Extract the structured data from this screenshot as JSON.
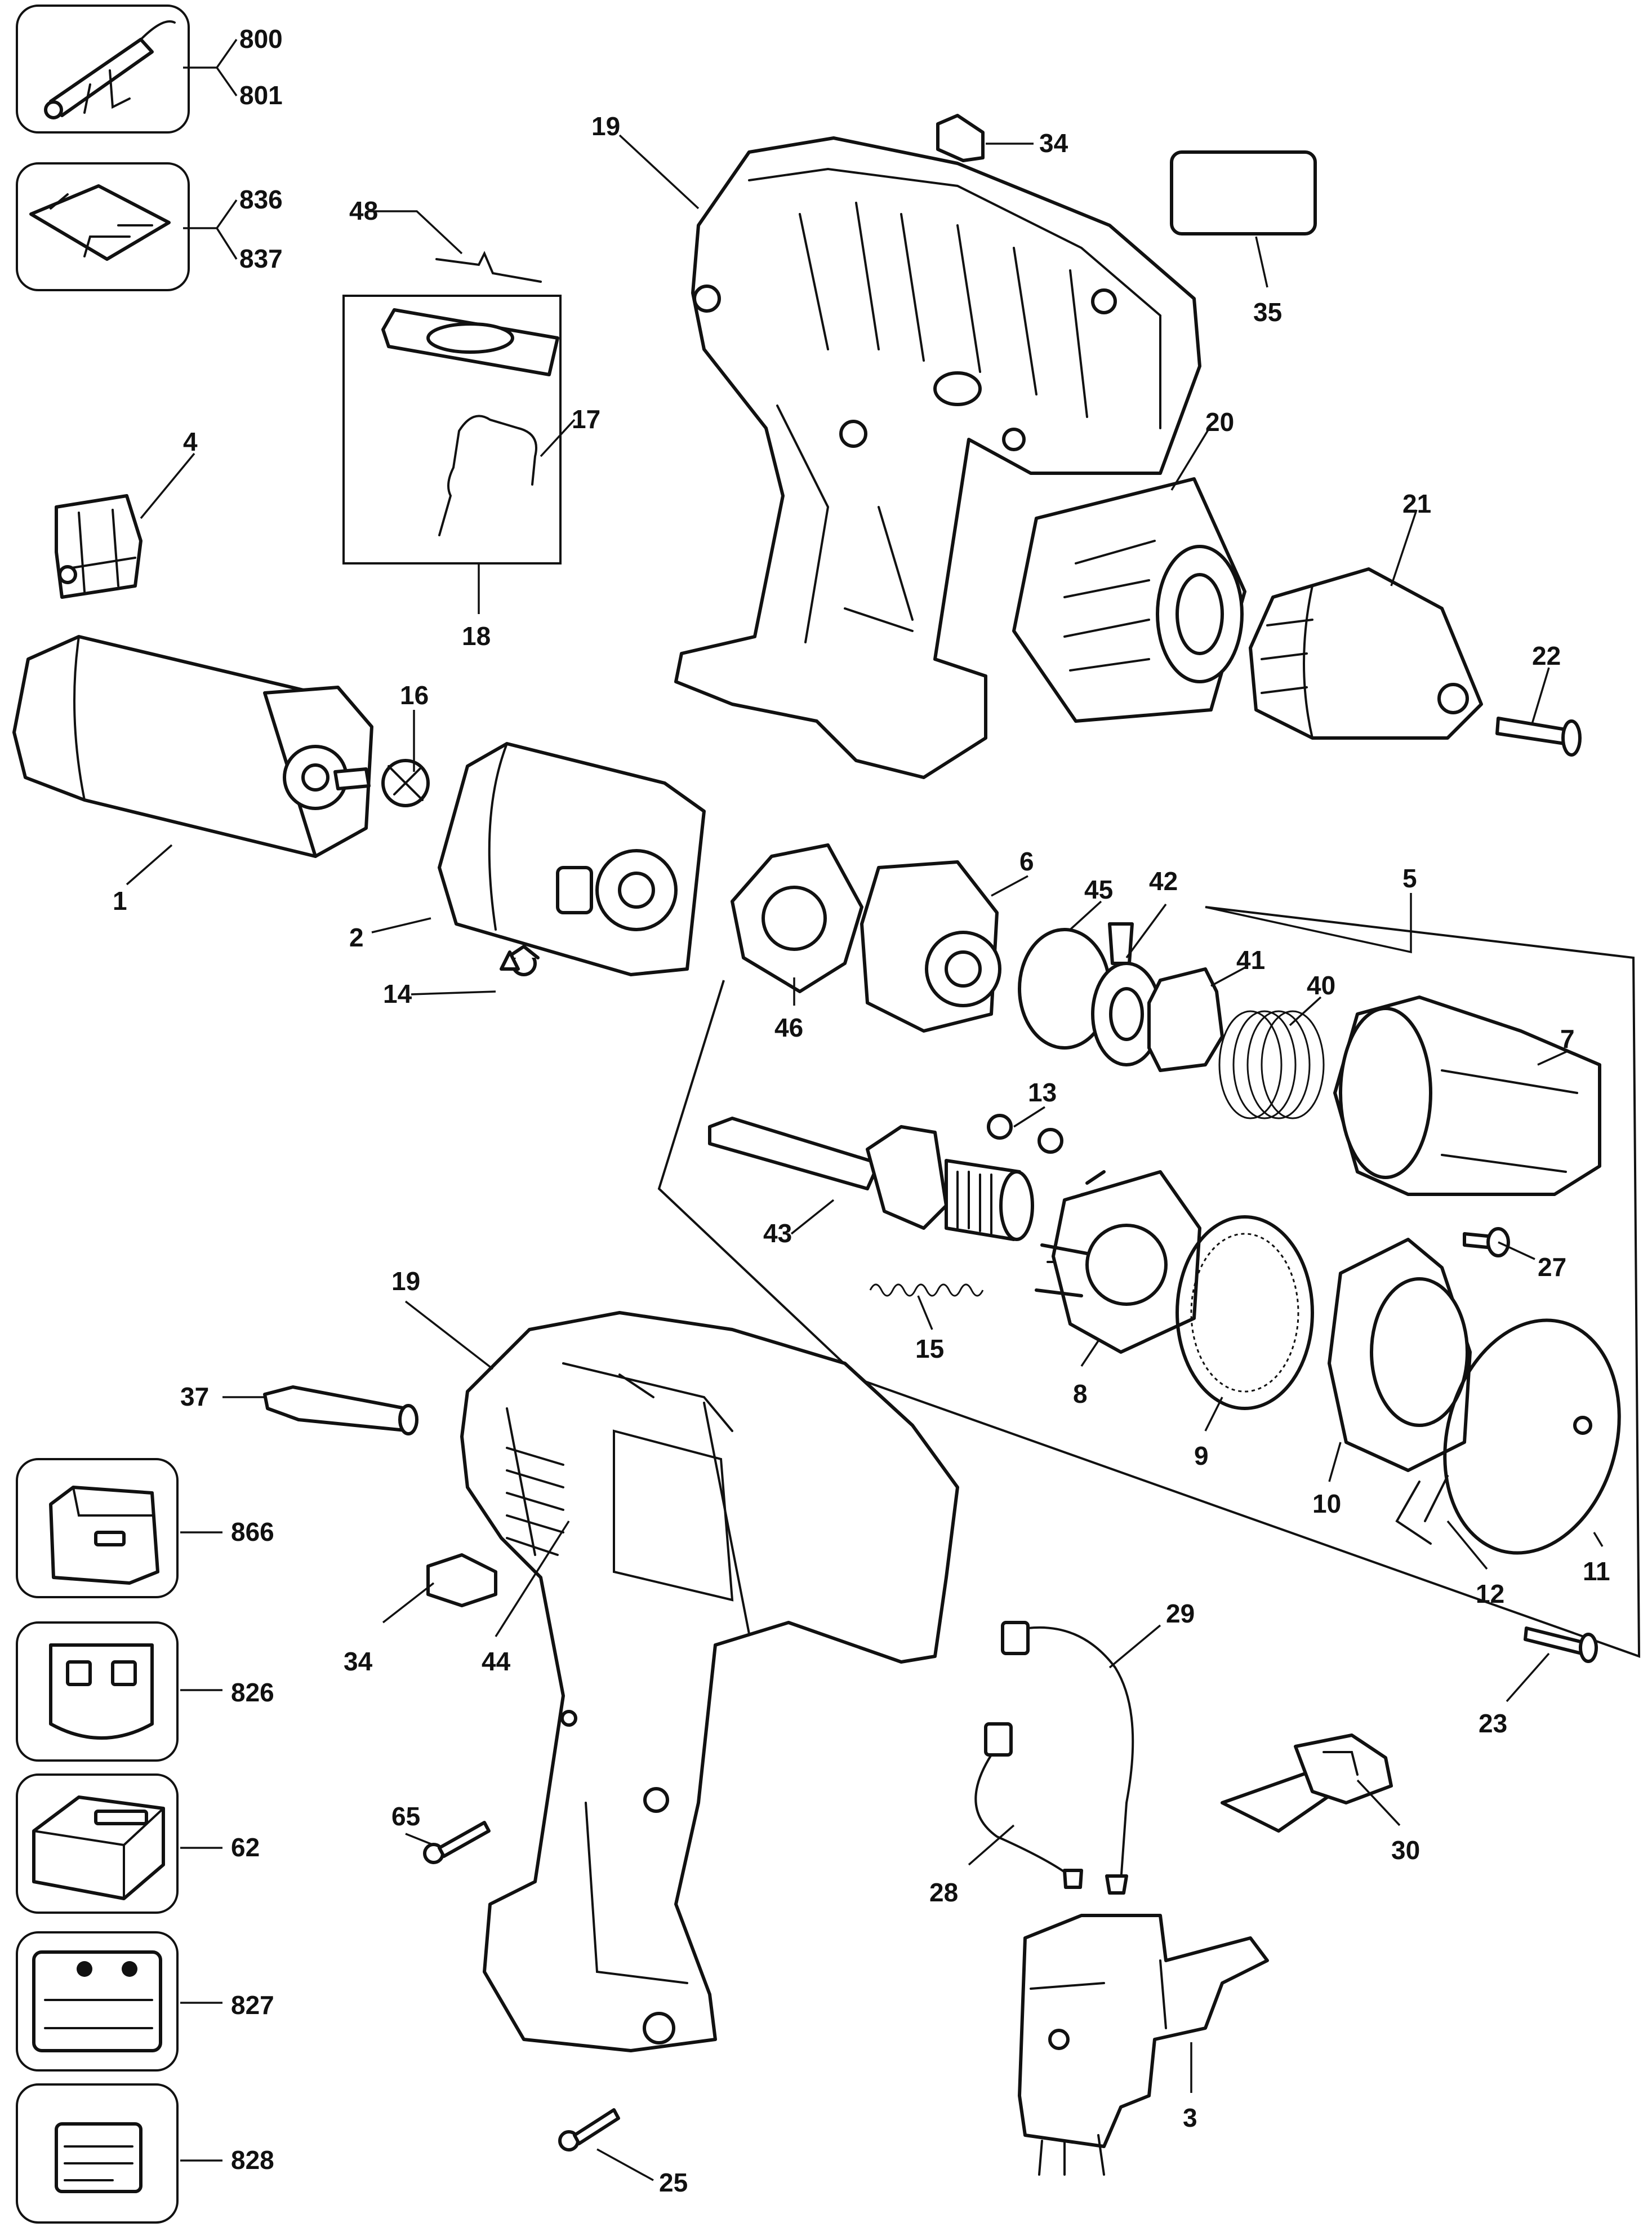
{
  "labels": {
    "p800": "800",
    "p801": "801",
    "p836": "836",
    "p837": "837",
    "p19a": "19",
    "p34a": "34",
    "p35": "35",
    "p48": "48",
    "p17": "17",
    "p18": "18",
    "p4": "4",
    "p20": "20",
    "p21": "21",
    "p22": "22",
    "p16": "16",
    "p1": "1",
    "p2": "2",
    "p14": "14",
    "p6": "6",
    "p45": "45",
    "p42": "42",
    "p5": "5",
    "p41": "41",
    "p40": "40",
    "p7": "7",
    "p46": "46",
    "p13": "13",
    "p43": "43",
    "p27": "27",
    "p19b": "19",
    "p15": "15",
    "p8": "8",
    "p9": "9",
    "p10": "10",
    "p37": "37",
    "p866": "866",
    "p12": "12",
    "p11": "11",
    "p34b": "34",
    "p44": "44",
    "p29": "29",
    "p826": "826",
    "p23": "23",
    "p30": "30",
    "p62": "62",
    "p65": "65",
    "p28": "28",
    "p827": "827",
    "p3": "3",
    "p828": "828",
    "p25": "25"
  }
}
